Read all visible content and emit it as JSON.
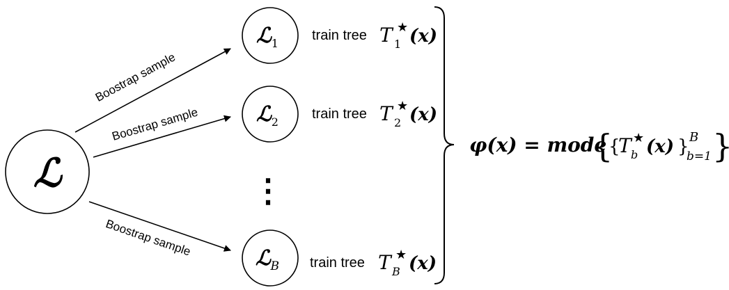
{
  "root_node": {
    "symbol": "ℒ"
  },
  "edge_label": "Boostrap sample",
  "samples": [
    {
      "symbol": "ℒ",
      "subscript": "1",
      "train_text": "train tree",
      "tree_symbol": "T",
      "tree_super": "★",
      "tree_sub": "1",
      "arg": "(x)"
    },
    {
      "symbol": "ℒ",
      "subscript": "2",
      "train_text": "train tree",
      "tree_symbol": "T",
      "tree_super": "★",
      "tree_sub": "2",
      "arg": "(x)"
    },
    {
      "symbol": "ℒ",
      "subscript": "B",
      "train_text": "train tree",
      "tree_symbol": "T",
      "tree_super": "★",
      "tree_sub": "B",
      "arg": "(x)"
    }
  ],
  "ellipsis": "⋮",
  "formula": {
    "lhs": "φ(x) = mode",
    "open_brace": "{",
    "inner_open": "{",
    "tree_symbol": "T",
    "tree_super": "★",
    "tree_sub": "b",
    "arg": "(x)",
    "inner_close": "}",
    "range_super": "B",
    "range_sub": "b=1",
    "close_brace": "}"
  }
}
